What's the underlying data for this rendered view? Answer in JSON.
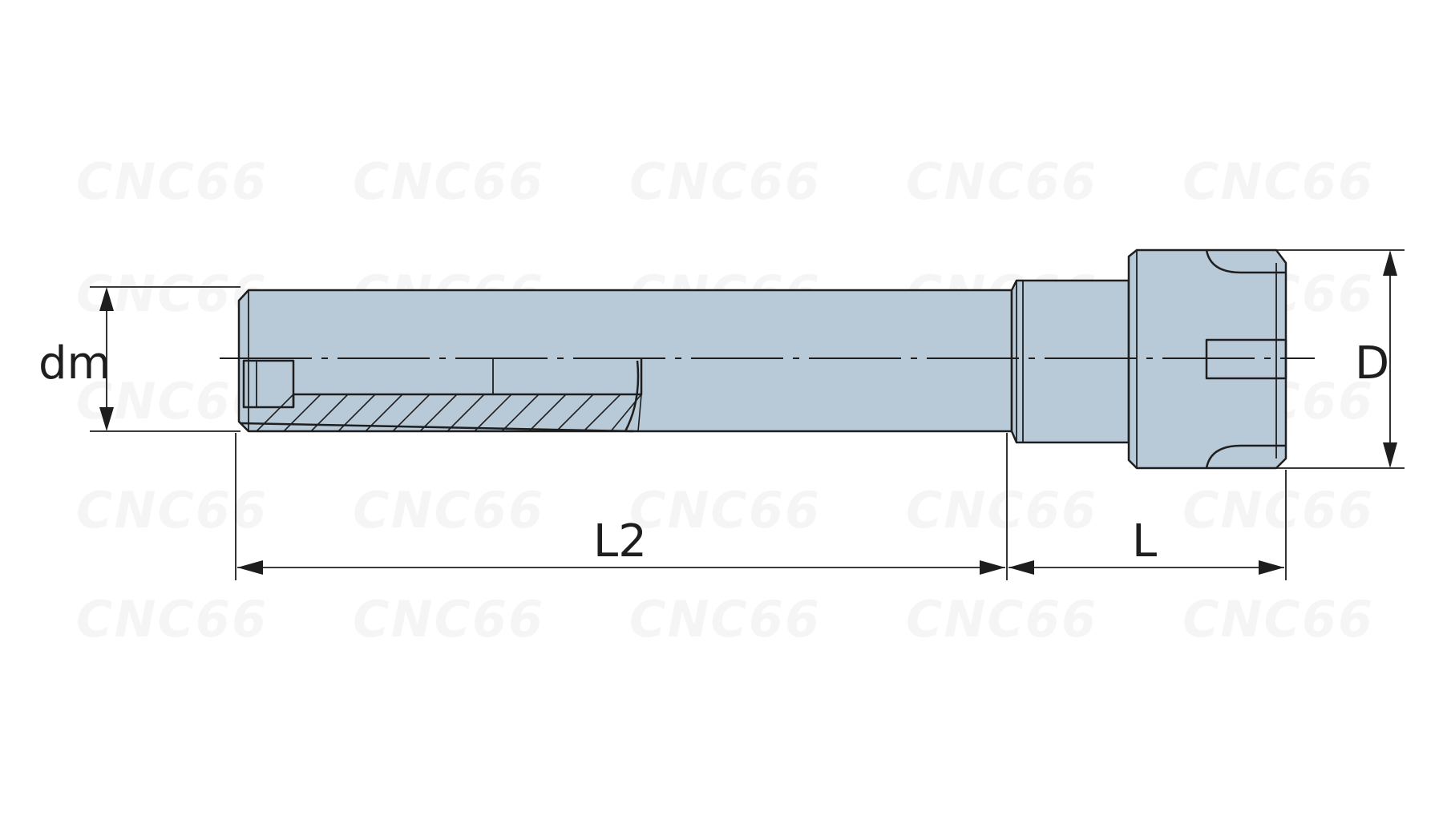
{
  "watermark": {
    "text": "CNC66"
  },
  "dimensions": {
    "dm": "dm",
    "D": "D",
    "L2": "L2",
    "L": "L"
  },
  "colors": {
    "body_fill": "#b8cad8",
    "line": "#1e1e1e",
    "watermark": "#000000"
  }
}
